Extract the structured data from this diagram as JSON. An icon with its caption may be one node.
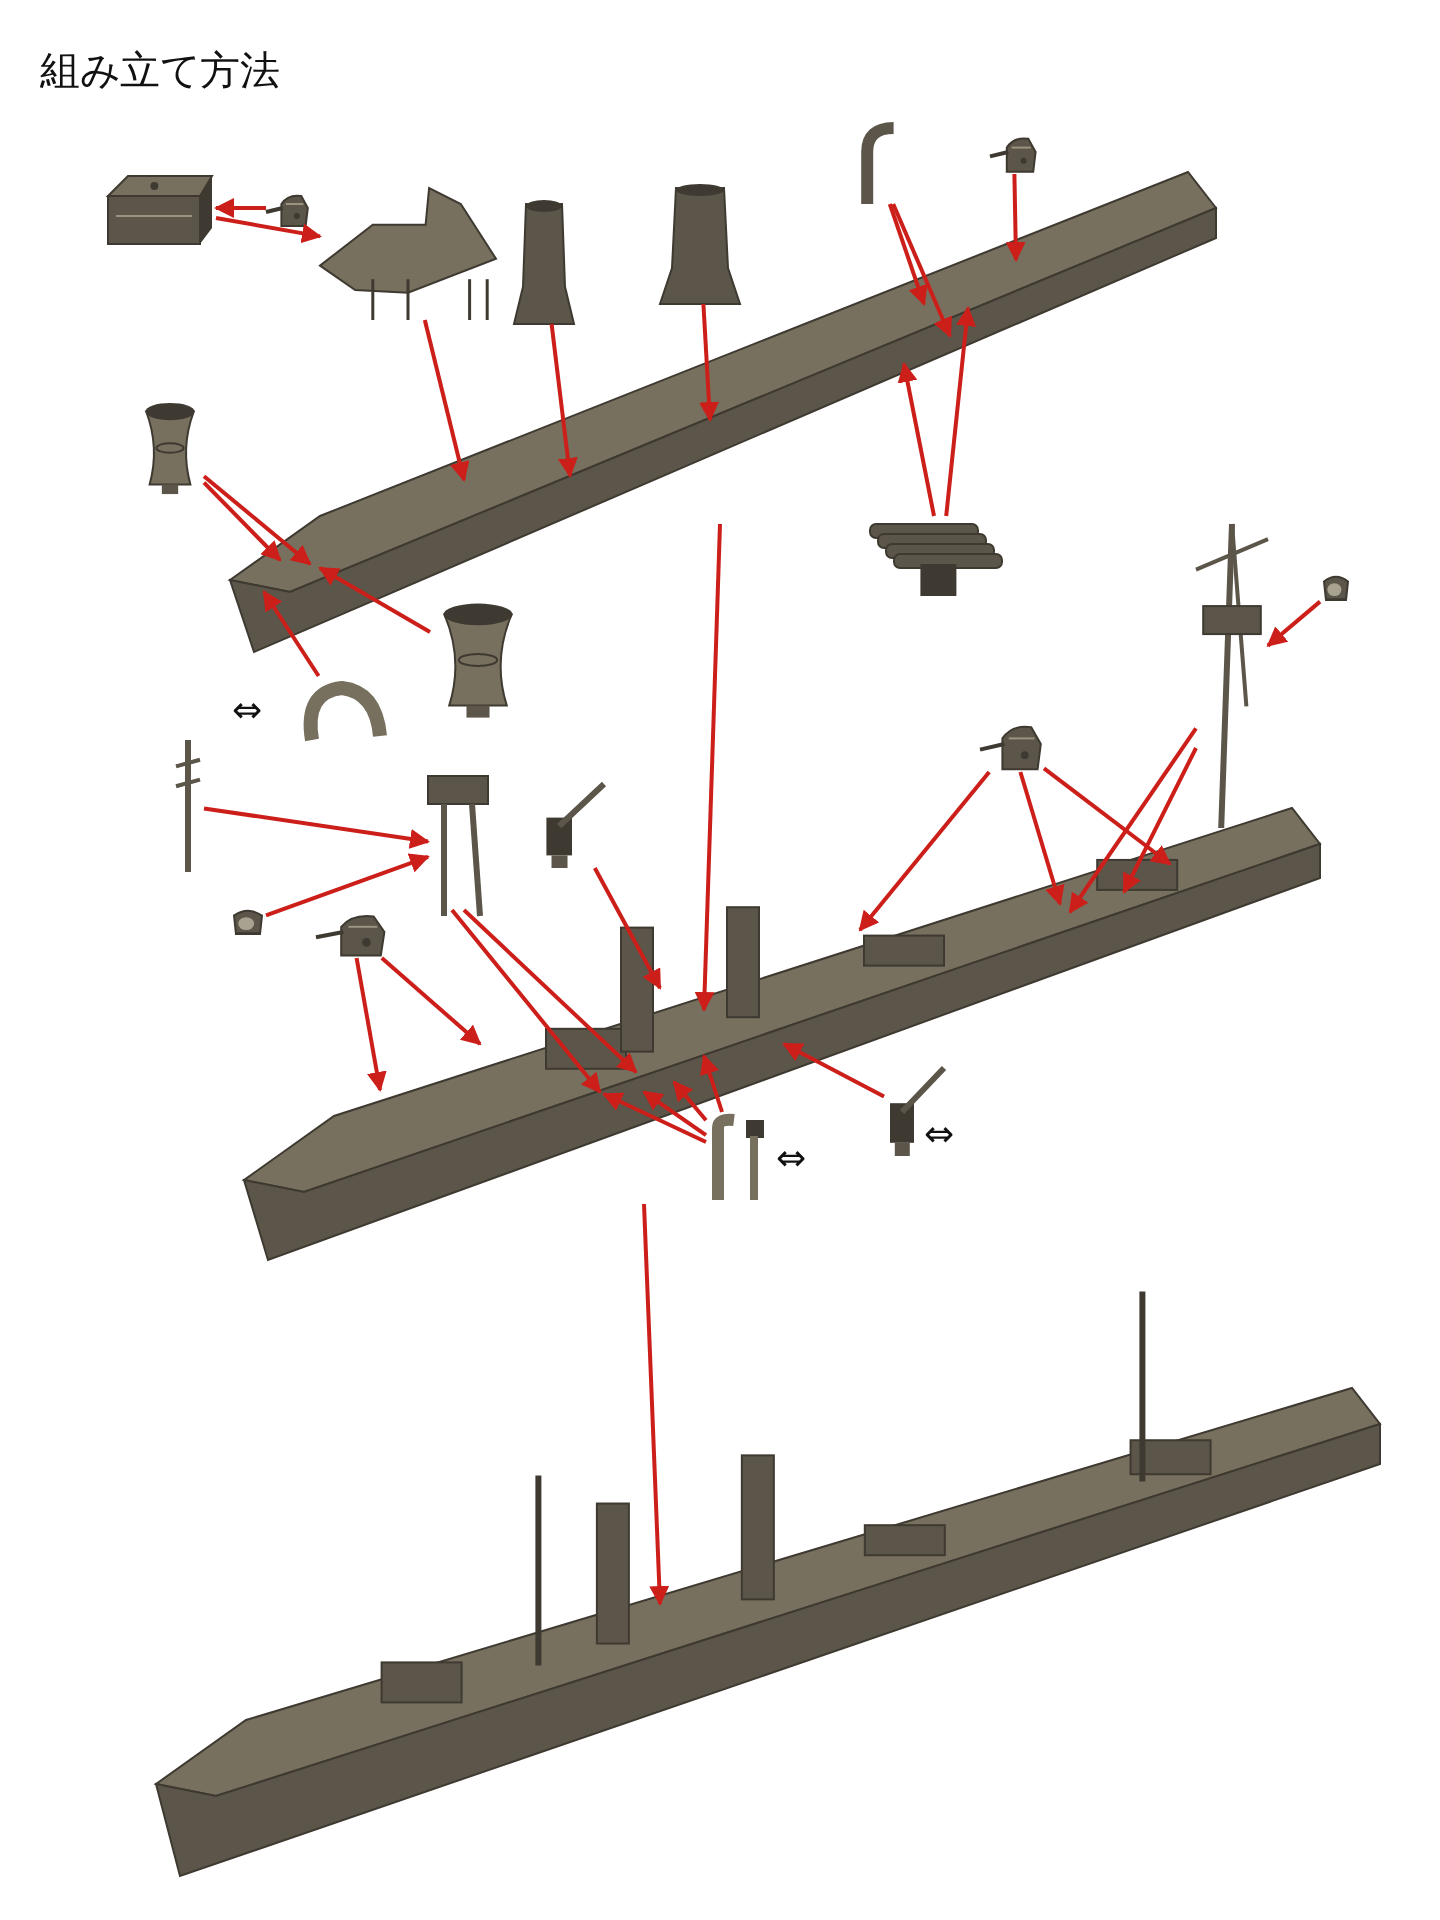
{
  "diagram": {
    "title": "組み立て方法",
    "nodes": [
      {
        "text": [],
        "shape": "picture"
      },
      {
        "text": [],
        "shape": "picture"
      },
      {
        "text": [],
        "shape": "picture"
      },
      {
        "text": [],
        "shape": "picture"
      },
      {
        "text": [],
        "shape": "picture"
      },
      {
        "text": [],
        "shape": "picture"
      },
      {
        "text": [],
        "shape": "picture"
      },
      {
        "text": [],
        "shape": "picture"
      },
      {
        "text": [],
        "shape": "picture"
      },
      {
        "text": [],
        "shape": "picture"
      },
      {
        "text": [],
        "shape": "picture"
      },
      {
        "text": [],
        "shape": "picture"
      },
      {
        "text": [],
        "shape": "picture"
      },
      {
        "text": [],
        "shape": "picture"
      },
      {
        "text": [],
        "shape": "picture"
      },
      {
        "text": [],
        "shape": "picture"
      },
      {
        "text": [],
        "shape": "picture"
      },
      {
        "text": [],
        "shape": "picture"
      },
      {
        "text": [],
        "shape": "picture"
      },
      {
        "text": [],
        "shape": "picture"
      },
      {
        "text": [],
        "shape": "picture"
      },
      {
        "text": [],
        "shape": "picture"
      },
      {
        "text": [],
        "shape": "picture"
      },
      {
        "text": [],
        "shape": "picture"
      }
    ],
    "edges": [
      {
        "from": 1,
        "to": 0,
        "arrow": "to"
      },
      {
        "from": 0,
        "to": 2,
        "arrow": "to"
      },
      {
        "from": 2,
        "to": 7,
        "arrow": "to"
      },
      {
        "from": 3,
        "to": 7,
        "arrow": "to"
      },
      {
        "from": 4,
        "to": 7,
        "arrow": "to"
      },
      {
        "from": 5,
        "to": 7,
        "arrow": "to"
      },
      {
        "from": 5,
        "to": 7,
        "arrow": "to"
      },
      {
        "from": 6,
        "to": 7,
        "arrow": "to"
      },
      {
        "from": 9,
        "to": 7,
        "arrow": "to"
      },
      {
        "from": 9,
        "to": 7,
        "arrow": "to"
      },
      {
        "from": 8,
        "to": 7,
        "arrow": "to"
      },
      {
        "from": 8,
        "to": 7,
        "arrow": "to"
      },
      {
        "from": 11,
        "to": 7,
        "arrow": "to"
      },
      {
        "from": 10,
        "to": 7,
        "arrow": "to"
      },
      {
        "from": 7,
        "to": 17,
        "arrow": "to"
      },
      {
        "from": 12,
        "to": 13,
        "arrow": "to"
      },
      {
        "from": 14,
        "to": 13,
        "arrow": "to"
      },
      {
        "from": 13,
        "to": 17,
        "arrow": "to"
      },
      {
        "from": 13,
        "to": 17,
        "arrow": "to"
      },
      {
        "from": 15,
        "to": 17,
        "arrow": "to"
      },
      {
        "from": 15,
        "to": 17,
        "arrow": "to"
      },
      {
        "from": 16,
        "to": 17,
        "arrow": "to"
      },
      {
        "from": 20,
        "to": 17,
        "arrow": "to"
      },
      {
        "from": 20,
        "to": 17,
        "arrow": "to"
      },
      {
        "from": 20,
        "to": 17,
        "arrow": "to"
      },
      {
        "from": 18,
        "to": 17,
        "arrow": "to"
      },
      {
        "from": 18,
        "to": 17,
        "arrow": "to"
      },
      {
        "from": 19,
        "to": 18,
        "arrow": "to"
      },
      {
        "from": 21,
        "to": 17,
        "arrow": "to"
      },
      {
        "from": 21,
        "to": 17,
        "arrow": "to"
      },
      {
        "from": 21,
        "to": 17,
        "arrow": "to"
      },
      {
        "from": 21,
        "to": 17,
        "arrow": "to"
      },
      {
        "from": 22,
        "to": 17,
        "arrow": "to"
      },
      {
        "from": 17,
        "to": 23,
        "arrow": "to"
      }
    ],
    "labels": [
      "⇔",
      "⇔",
      "⇔"
    ]
  }
}
